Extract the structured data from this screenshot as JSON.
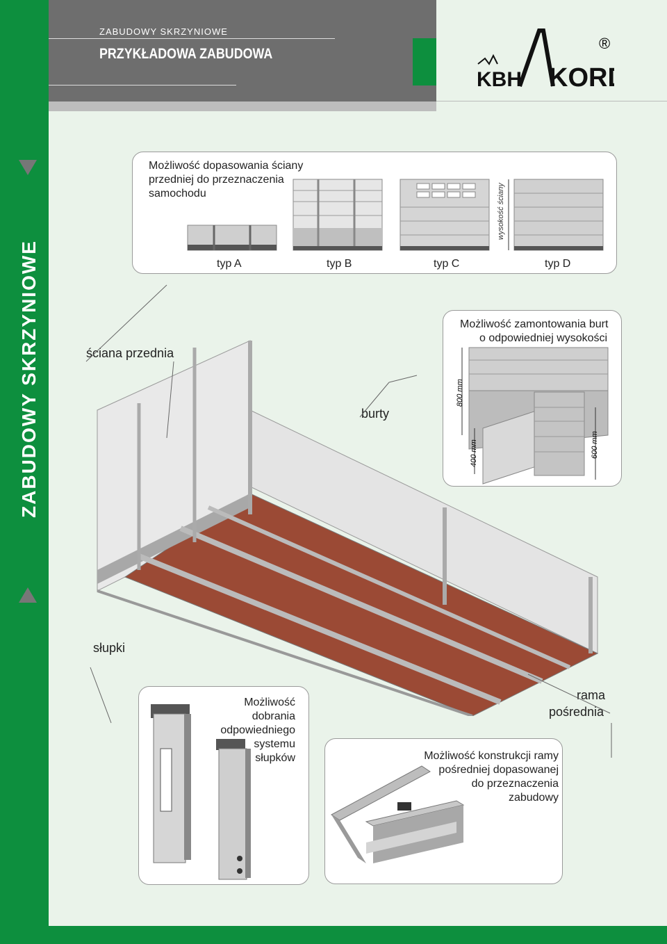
{
  "header": {
    "category": "ZABUDOWY SKRZYNIOWE",
    "title": "PRZYKŁADOWA ZABUDOWA"
  },
  "sidebar": {
    "vertical_title": "ZABUDOWY SKRZYNIOWE"
  },
  "logo": {
    "text": "KBHAKORD",
    "registered": "®"
  },
  "front_wall": {
    "caption": "Możliwość dopasowania ściany przedniej do przeznaczenia samochodu",
    "types": [
      "typ A",
      "typ B",
      "typ C",
      "typ D"
    ],
    "height_label": "wysokość ściany"
  },
  "sides": {
    "caption_line1": "Możliwość zamontowania burt",
    "caption_line2": "o odpowiedniej wysokości",
    "dims": [
      "800 mm",
      "400 mm",
      "600 mm"
    ]
  },
  "labels": {
    "front": "ściana przednia",
    "sides": "burty",
    "posts": "słupki",
    "frame_line1": "rama",
    "frame_line2": "pośrednia"
  },
  "posts_panel": {
    "caption": [
      "Możliwość dobrania",
      "odpowiedniego",
      "systemu",
      "słupków"
    ]
  },
  "frame_panel": {
    "caption": [
      "Możliwość konstrukcji ramy",
      "pośredniej dopasowanej",
      "do przeznaczenia",
      "zabudowy"
    ]
  }
}
